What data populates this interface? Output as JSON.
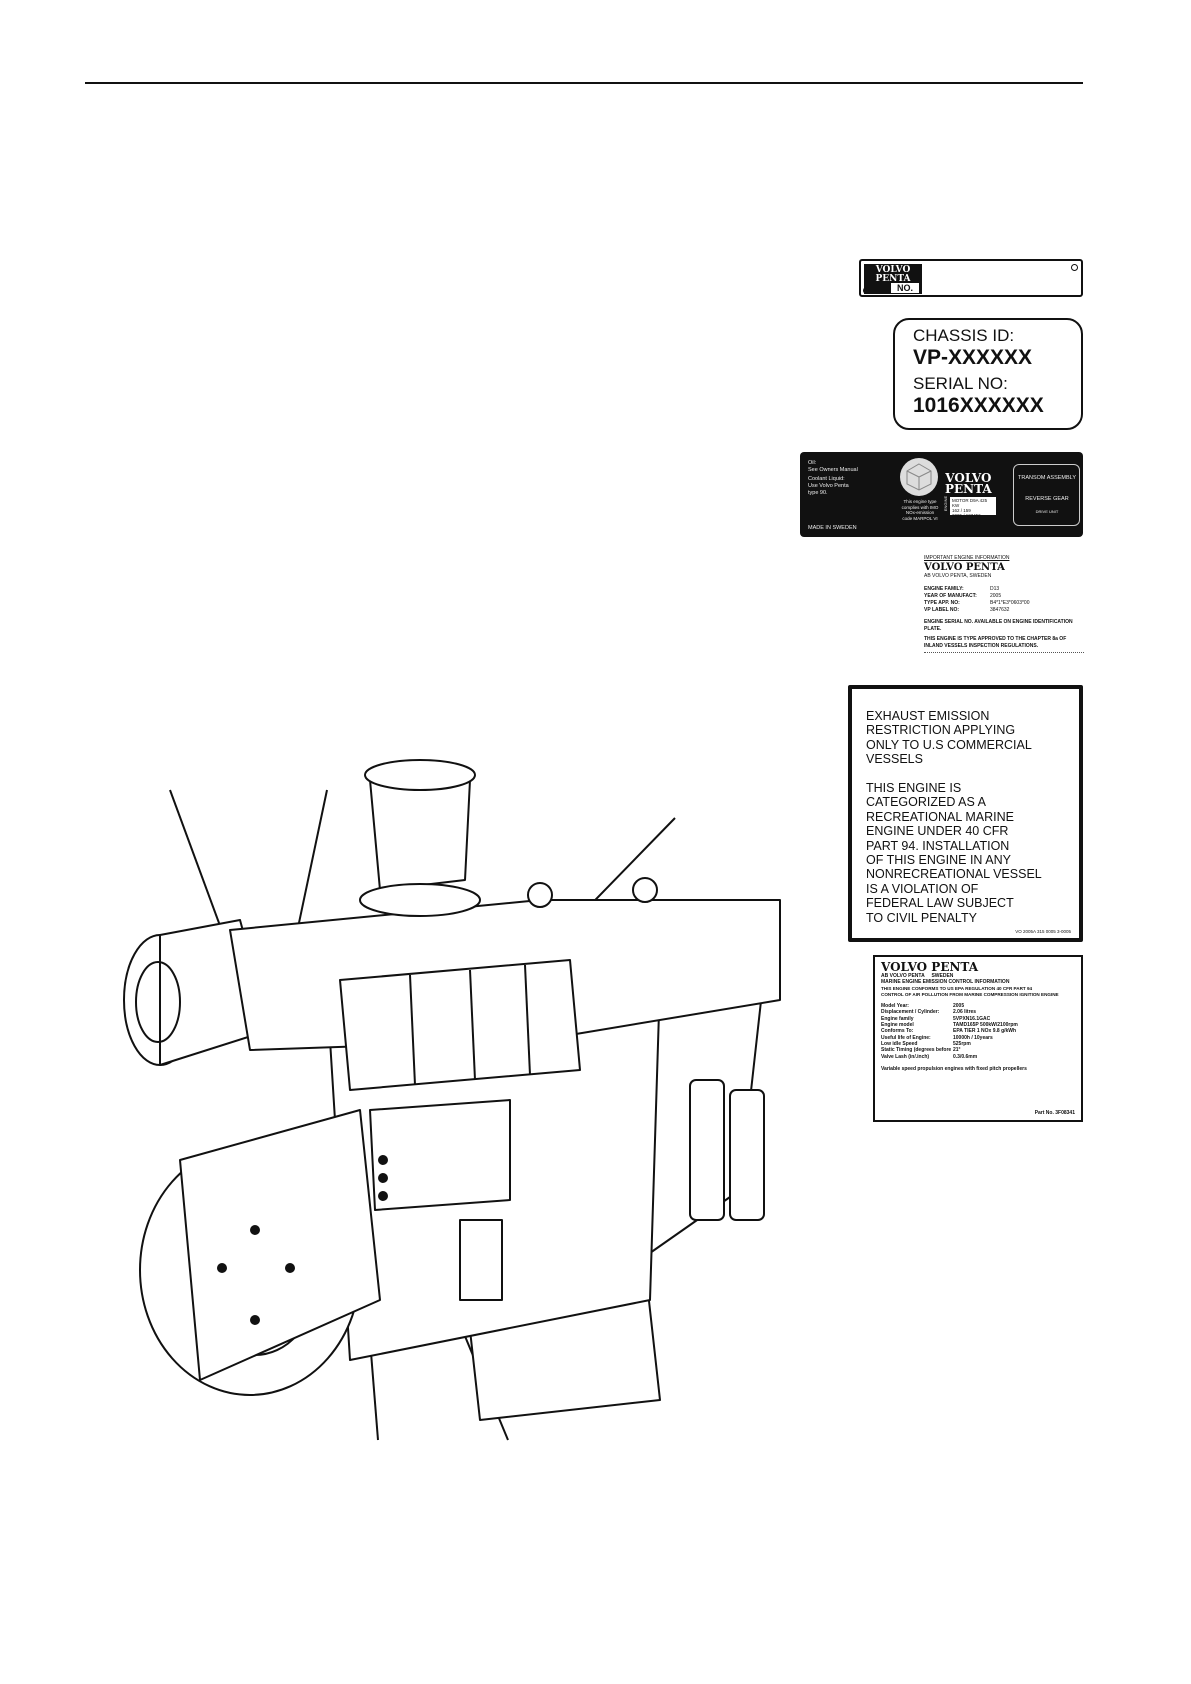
{
  "plate_volvo": {
    "logo_line1": "VOLVO",
    "logo_line2": "PENTA",
    "no_label": "NO."
  },
  "plate_chassis": {
    "chassis_label": "CHASSIS ID:",
    "chassis_value": "VP-XXXXXX",
    "serial_label": "SERIAL NO:",
    "serial_value": "1016XXXXXX"
  },
  "plate_black": {
    "oil_text": "Oil:\nSee Owners Manual",
    "coolant_text": "Coolant Liquid:\nUse Volvo Penta\ntype 90.",
    "made_in": "MADE IN SWEDEN",
    "seal_text": "This engine type\ncomplies with IMO\nNOx-emission\ncode MARPOL VI",
    "logo_line1": "VOLVO",
    "logo_line2": "PENTA",
    "engine_vertical": "ENGINE",
    "box_line1": "MOTOR D9A 425 KW",
    "box_line2": "162 / 159",
    "box_line3": "2005 / 123456",
    "transom_label": "TRANSOM ASSEMBLY",
    "reverse_gear_label": "REVERSE GEAR",
    "drive_unit_label": "DRIVE UNIT"
  },
  "label_important": {
    "heading": "IMPORTANT ENGINE INFORMATION",
    "brand": "VOLVO PENTA",
    "company": "AB VOLVO PENTA, SWEDEN",
    "fields": [
      {
        "k": "ENGINE FAMILY:",
        "v": "D13"
      },
      {
        "k": "YEAR OF MANUFACT:",
        "v": "2005"
      },
      {
        "k": "TYPE APP. NO:",
        "v": "B4*1*E3*0603*00"
      },
      {
        "k": "VP LABEL NO:",
        "v": "3847632"
      }
    ],
    "note1": "ENGINE SERIAL NO. AVAILABLE ON ENGINE IDENTIFICATION PLATE.",
    "note2": "THIS ENGINE IS TYPE APPROVED TO THE CHAPTER 8a OF INLAND VESSELS INSPECTION REGULATIONS."
  },
  "label_exhaust": {
    "text": "EXHAUST EMISSION\nRESTRICTION APPLYING\nONLY TO U.S COMMERCIAL\nVESSELS\n\nTHIS ENGINE IS\nCATEGORIZED AS A\nRECREATIONAL MARINE\nENGINE UNDER 40 CFR\nPART 94. INSTALLATION\nOF THIS ENGINE IN ANY\nNONRECREATIONAL VESSEL\nIS A VIOLATION OF\nFEDERAL LAW SUBJECT\nTO CIVIL PENALTY",
    "code": "VO 2005A 315 0005 3-0005"
  },
  "label_emission": {
    "brand": "VOLVO PENTA",
    "company": "AB VOLVO PENTA     SWEDEN",
    "heading": "MARINE ENGINE EMISSION CONTROL INFORMATION",
    "conform": "THIS ENGINE CONFORMS TO US EPA REGULATION 40 CFR PART 94\nCONTROL OF AIR POLLUTION FROM MARINE COMPRESSION IGNITION ENGINE",
    "rows": [
      {
        "k": "Model Year:",
        "v": "2005"
      },
      {
        "k": "Displacement / Cylinder:",
        "v": "2.06 litres"
      },
      {
        "k": "Engine family",
        "v": "5VPXN16.1GAC"
      },
      {
        "k": "Engine model",
        "v": "TAMD165P 500kW/2100rpm"
      },
      {
        "k": "Conforms To:",
        "v": "EPA TIER 1 NOx 9.8 g/kWh"
      },
      {
        "k": "Useful life of Engine:",
        "v": "10000h / 10years"
      },
      {
        "k": "Low idle Speed",
        "v": "525rpm"
      },
      {
        "k": "Static Timing (degrees before",
        "v": "21°"
      },
      {
        "k": "Valve Lash (in/.inch)",
        "v": "0.3/0.6mm"
      }
    ],
    "footer": "Variable speed propulsion engines with fixed pitch propellers",
    "part_no": "Part No. 3F08341"
  }
}
